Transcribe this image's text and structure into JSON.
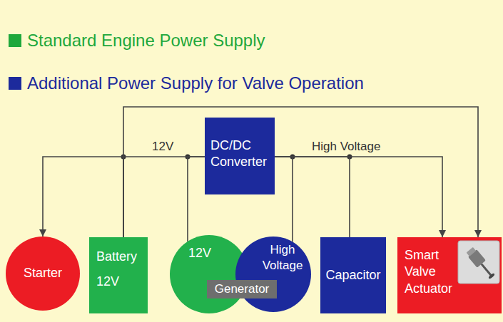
{
  "diagram": {
    "nodes": [
      {
        "text": [
          "DC/DC Converter"
        ]
      },
      {
        "text": [
          "Starter"
        ]
      },
      {
        "text": [
          "Battery",
          "12V"
        ]
      },
      {
        "text": [
          "12V"
        ]
      },
      {
        "text": [
          "High Voltage"
        ]
      },
      {
        "text": [
          "Generator"
        ]
      },
      {
        "text": [
          "Capacitor"
        ]
      },
      {
        "text": [
          "Smart Valve Actuator"
        ]
      }
    ],
    "edges": [
      {
        "from": 2,
        "to": 1,
        "arrow": "to"
      },
      {
        "from": 2,
        "to": 0,
        "arrow": "none"
      },
      {
        "from": 3,
        "to": 0,
        "arrow": "none"
      },
      {
        "from": 0,
        "to": 7,
        "arrow": "to"
      },
      {
        "from": 4,
        "to": 0,
        "arrow": "none"
      },
      {
        "from": 6,
        "to": 0,
        "arrow": "none"
      },
      {
        "from": 2,
        "to": 7,
        "arrow": "to"
      }
    ],
    "labels": [
      "12V",
      "High Voltage"
    ],
    "legend": [
      {
        "text": "Standard Engine Power Supply",
        "color": "#1fa83c"
      },
      {
        "text": "Additional Power Supply for Valve Operation",
        "color": "#1c2a9c"
      }
    ]
  }
}
